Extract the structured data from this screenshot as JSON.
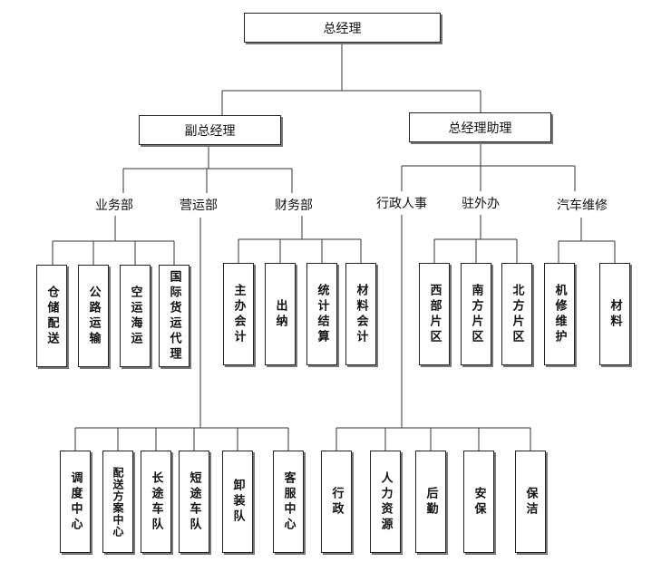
{
  "chart": {
    "gm": "总经理",
    "deputy_gm": "副总经理",
    "gm_assistant": "总经理助理",
    "dept_business": "业务部",
    "dept_operations": "营运部",
    "dept_finance": "财务部",
    "dept_admin_hr": "行政人事",
    "dept_office": "驻外办",
    "dept_vehicle": "汽车维修",
    "business_units": [
      "仓储配送",
      "公路运输",
      "空运海运",
      "国际货运代理"
    ],
    "finance_units": [
      "主办会计",
      "出纳",
      "统计结算",
      "材料会计"
    ],
    "office_units": [
      "西部片区",
      "南方片区",
      "北方片区"
    ],
    "vehicle_units": [
      "机修维护",
      "材料"
    ],
    "operations_units": [
      "调度中心",
      "配送方案中心",
      "长途车队",
      "短途车队",
      "卸装队",
      "客服中心"
    ],
    "admin_units": [
      "行政",
      "人力资源",
      "后勤",
      "安保",
      "保洁"
    ]
  }
}
